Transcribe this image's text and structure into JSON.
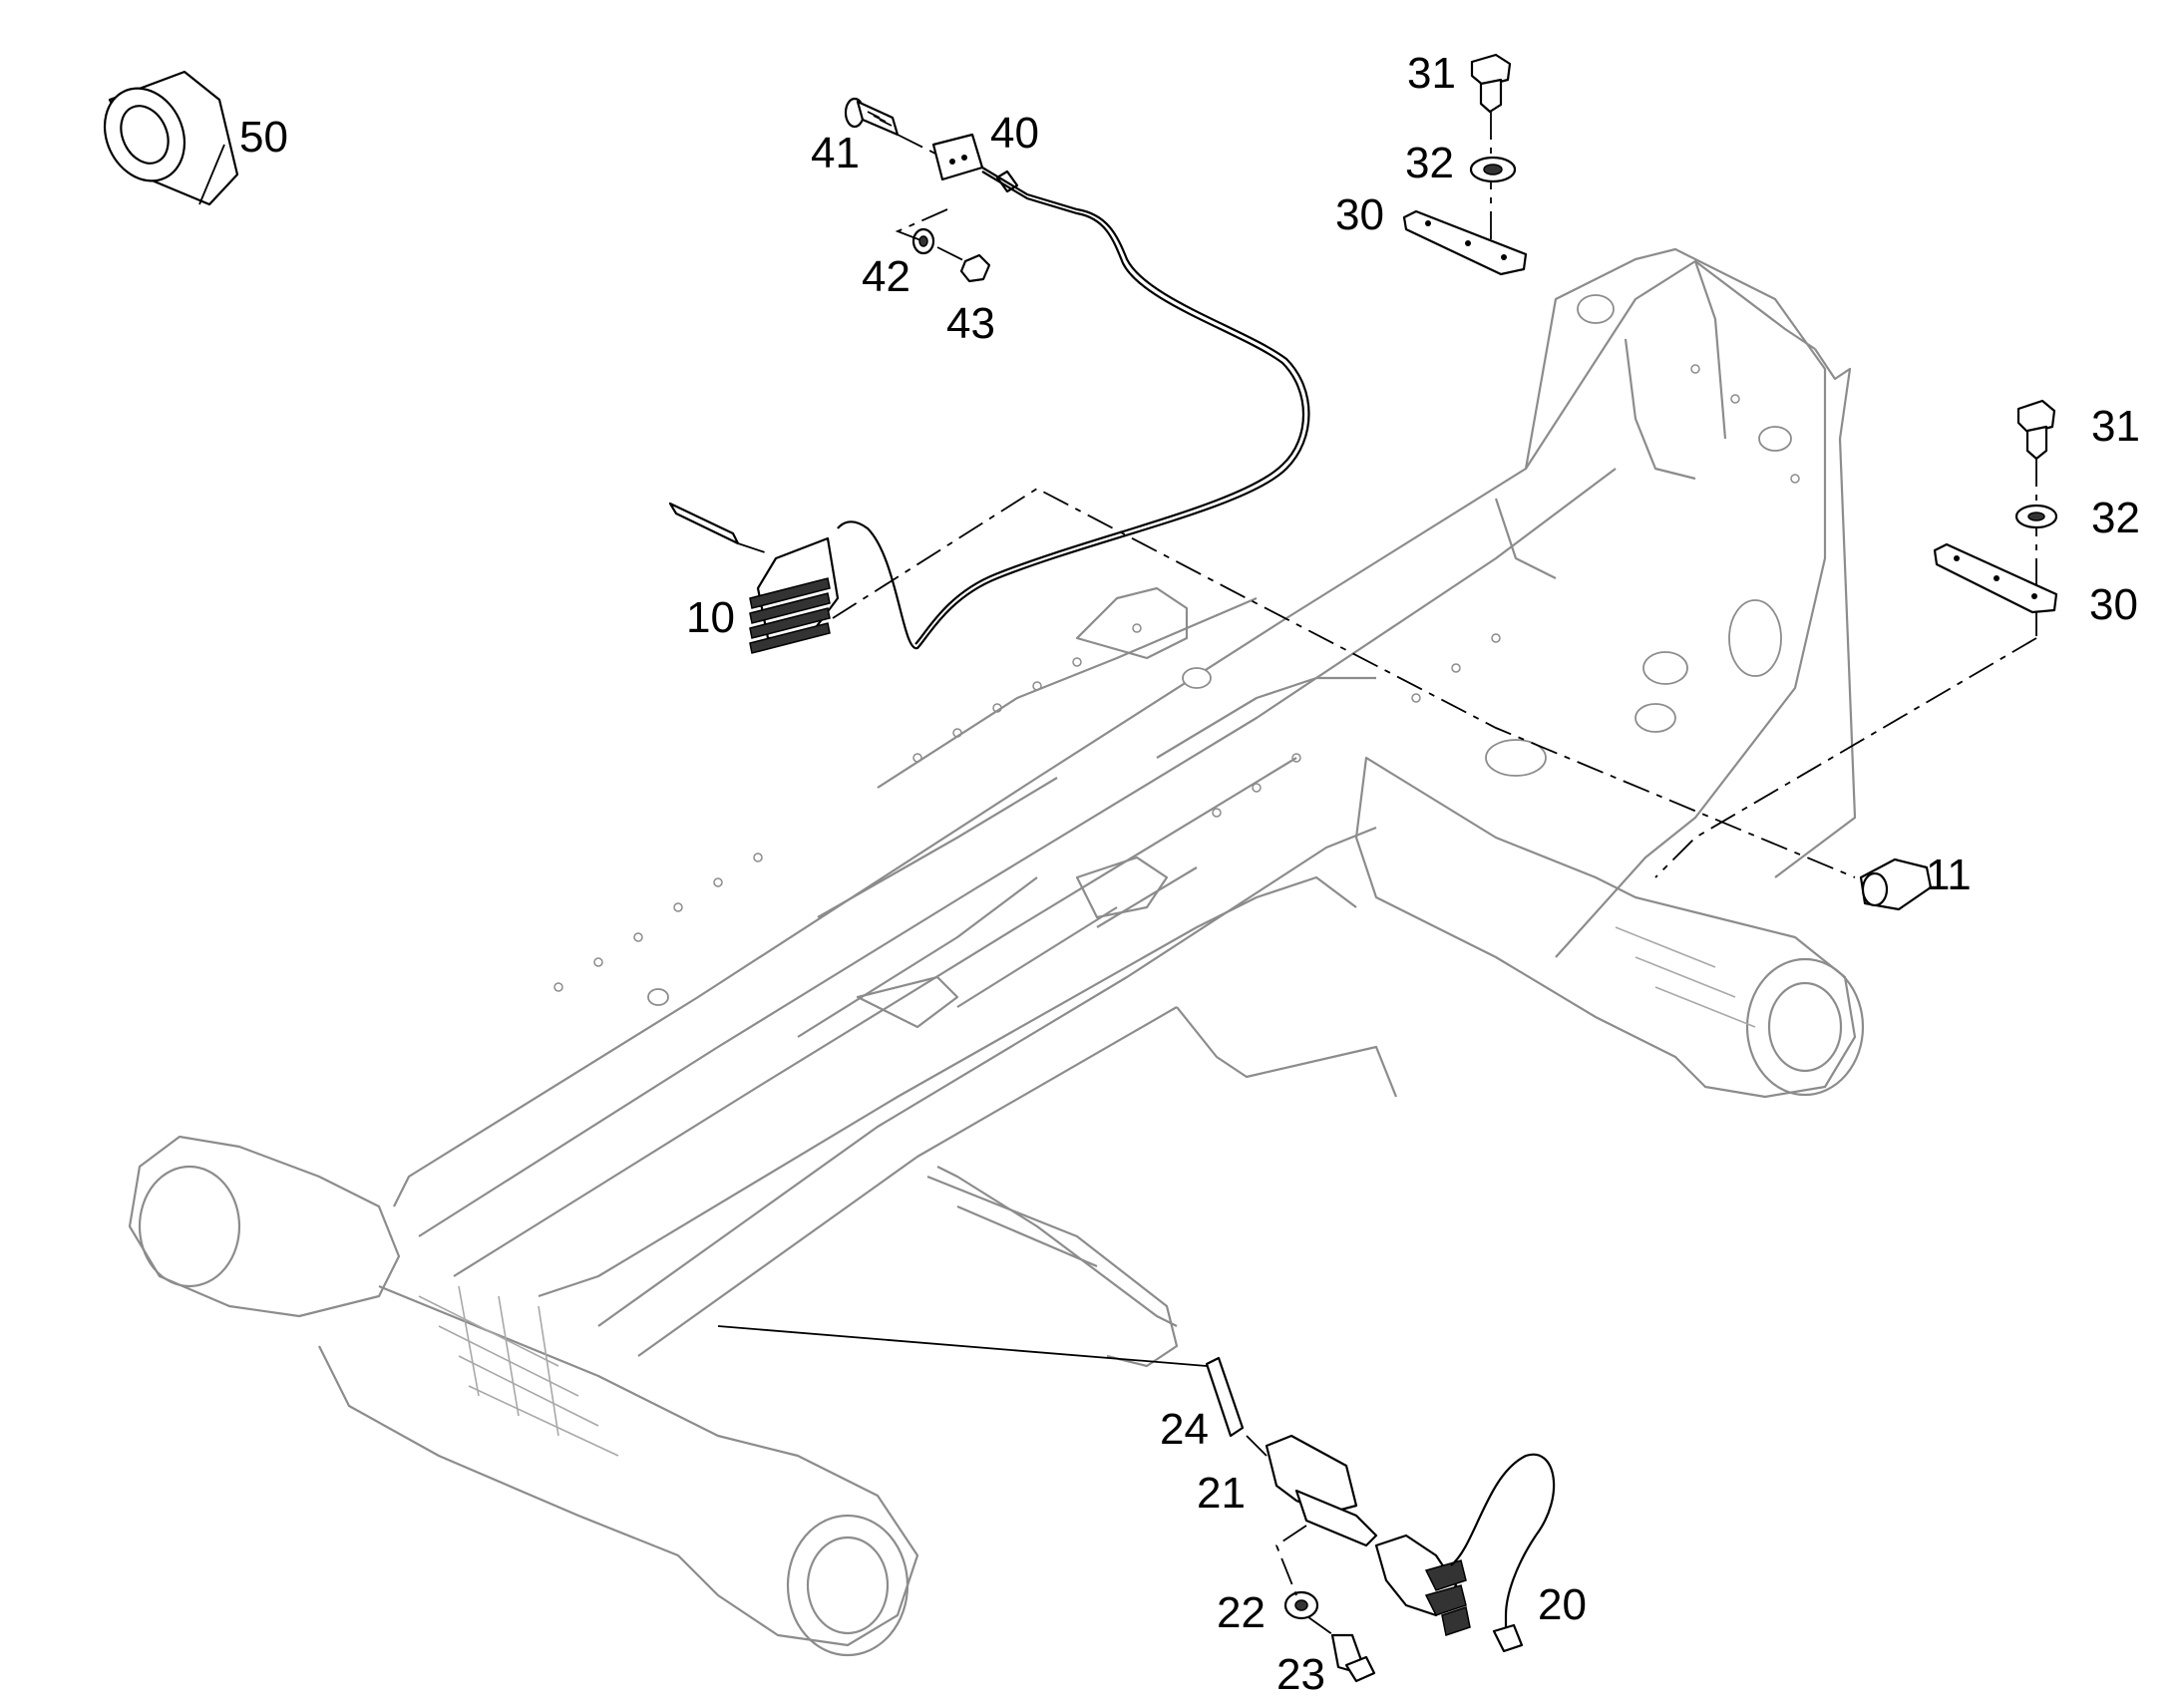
{
  "labels": {
    "p10": "10",
    "p11": "11",
    "p20": "20",
    "p21": "21",
    "p22": "22",
    "p23": "23",
    "p24": "24",
    "p30a": "30",
    "p30b": "30",
    "p31a": "31",
    "p31b": "31",
    "p32a": "32",
    "p32b": "32",
    "p40": "40",
    "p41": "41",
    "p42": "42",
    "p43": "43",
    "p50": "50"
  }
}
